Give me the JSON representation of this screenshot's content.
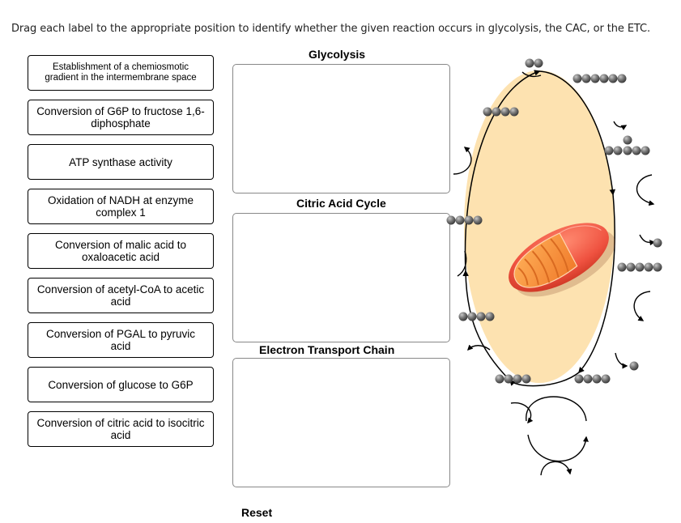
{
  "instructions": "Drag each label to the appropriate position to identify whether the given reaction occurs in glycolysis, the CAC, or the ETC.",
  "labels": [
    {
      "text": "Establishment of a chemiosmotic gradient in the intermembrane space"
    },
    {
      "text": "Conversion of G6P to fructose 1,6-diphosphate"
    },
    {
      "text": "ATP synthase activity"
    },
    {
      "text": "Oxidation of NADH at enzyme complex 1"
    },
    {
      "text": "Conversion of malic acid to oxaloacetic acid"
    },
    {
      "text": "Conversion of acetyl-CoA to acetic acid"
    },
    {
      "text": "Conversion of PGAL to pyruvic acid"
    },
    {
      "text": "Conversion of glucose to G6P"
    },
    {
      "text": "Conversion of citric acid to isocitric acid"
    }
  ],
  "zones": [
    {
      "title": "Glycolysis"
    },
    {
      "title": "Citric Acid Cycle"
    },
    {
      "title": "Electron Transport Chain"
    }
  ],
  "reset_label": "Reset",
  "diagram": {
    "description": "Citric acid cycle illustration with mitochondrion",
    "colors": {
      "cycle_fill": "#fde2b0",
      "mito_outer": "#ef5a45",
      "mito_inner": "#f7983e",
      "molecule": "#777777"
    }
  }
}
